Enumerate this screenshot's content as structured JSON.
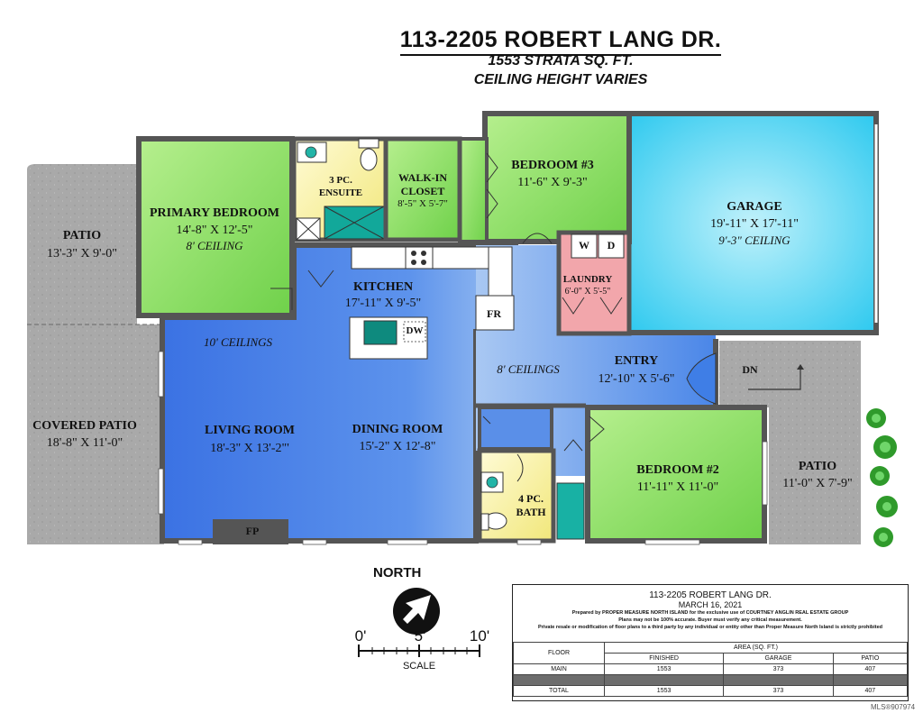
{
  "header": {
    "title": "113-2205 ROBERT LANG DR.",
    "subtitle": "1553 STRATA SQ. FT.",
    "ceiling": "CEILING HEIGHT VARIES"
  },
  "rooms": {
    "patio_left": {
      "name": "PATIO",
      "dims": "13'-3\" X 9'-0\""
    },
    "covered_patio": {
      "name": "COVERED PATIO",
      "dims": "18'-8\" X 11'-0\""
    },
    "primary_bedroom": {
      "name": "PRIMARY BEDROOM",
      "dims": "14'-8\" X 12'-5\"",
      "note": "8' CEILING"
    },
    "ensuite": {
      "name1": "3 PC.",
      "name2": "ENSUITE"
    },
    "walkin": {
      "name1": "WALK-IN",
      "name2": "CLOSET",
      "dims": "8'-5\" X 5'-7\""
    },
    "bedroom3": {
      "name": "BEDROOM #3",
      "dims": "11'-6\" X 9'-3\""
    },
    "garage": {
      "name": "GARAGE",
      "dims": "19'-11\" X 17'-11\"",
      "note": "9'-3\" CEILING"
    },
    "laundry": {
      "name": "LAUNDRY",
      "dims": "6'-0\" X 5'-5\"",
      "w": "W",
      "d": "D"
    },
    "kitchen": {
      "name": "KITCHEN",
      "dims": "17'-11\" X 9'-5\"",
      "fr": "FR",
      "dw": "DW"
    },
    "ceilings10": "10' CEILINGS",
    "ceilings8": "8' CEILINGS",
    "entry": {
      "name": "ENTRY",
      "dims": "12'-10\" X 5'-6\""
    },
    "dn": "DN",
    "living": {
      "name": "LIVING ROOM",
      "dims": "18'-3\" X 13'-2\"'"
    },
    "dining": {
      "name": "DINING ROOM",
      "dims": "15'-2\" X 12'-8\""
    },
    "fp": "FP",
    "bath": {
      "name1": "4 PC.",
      "name2": "BATH"
    },
    "bedroom2": {
      "name": "BEDROOM #2",
      "dims": "11'-11\" X 11'-0\""
    },
    "patio_right": {
      "name": "PATIO",
      "dims": "11'-0\" X 7'-9\""
    }
  },
  "compass": {
    "label": "NORTH"
  },
  "scale": {
    "t0": "0'",
    "t5": "5'",
    "t10": "10'",
    "label": "SCALE"
  },
  "info": {
    "address": "113-2205 ROBERT LANG DR.",
    "date": "MARCH 16, 2021",
    "line1": "Prepared by PROPER MEASURE NORTH ISLAND for the exclusive use of COURTNEY ANGLIN REAL ESTATE GROUP",
    "line2": "Plans may not be 100% accurate. Buyer must verify any critical measurement.",
    "line3": "Private resale or modification of floor plans to a third party by any individual or entity other than Proper Measure North Island is strictly prohibited",
    "headers": {
      "floor": "FLOOR",
      "area": "AREA (SQ. FT.)",
      "finished": "FINISHED",
      "garage": "GARAGE",
      "patio": "PATIO"
    },
    "rows": [
      {
        "floor": "MAIN",
        "finished": "1553",
        "garage": "373",
        "patio": "407"
      },
      {
        "floor": "TOTAL",
        "finished": "1553",
        "garage": "373",
        "patio": "407"
      }
    ]
  },
  "mls": "MLS®907974",
  "colors": {
    "green": "#8ee06a",
    "blue_dark": "#3f7ee6",
    "blue_light": "#8fb6ee",
    "cyan": "#49d2f2",
    "yellow": "#f7ef9a",
    "pink": "#f2a4a9",
    "patio_gray": "#a7a7a7",
    "wall": "#555555"
  }
}
